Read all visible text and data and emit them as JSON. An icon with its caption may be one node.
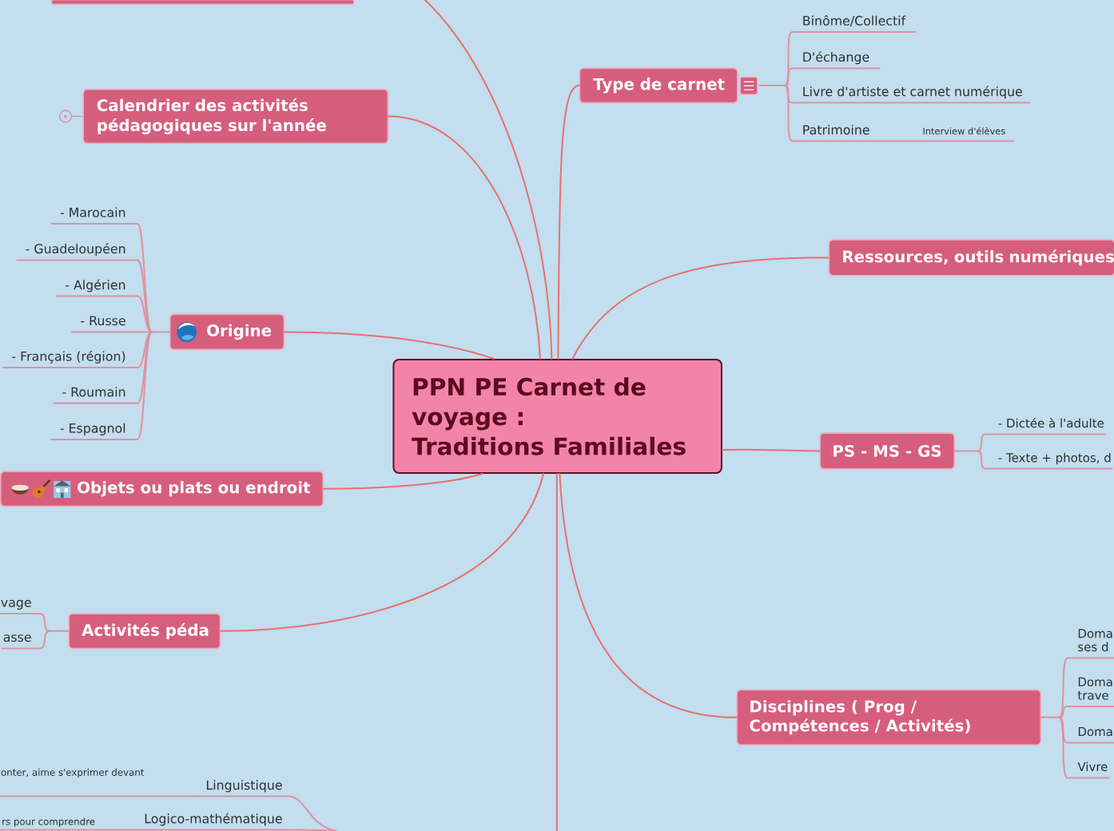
{
  "diagram": {
    "nodes": [
      {
        "text": [
          "PPN PE Carnet de voyage :",
          "Traditions Familiales"
        ]
      },
      {
        "text": [],
        "shape": "box"
      },
      {
        "text": [
          "Calendrier des activités pédagogiques sur l'année"
        ]
      },
      {
        "text": [
          "Type de carnet"
        ]
      },
      {
        "text": [
          "Binôme/Collectif"
        ]
      },
      {
        "text": [
          "D'échange"
        ]
      },
      {
        "text": [
          "Livre d'artiste et carnet numérique"
        ]
      },
      {
        "text": [
          "Patrimoine"
        ]
      },
      {
        "text": [
          "Ressources, outils numériques"
        ]
      },
      {
        "text": [
          "Origine"
        ]
      },
      {
        "text": [
          "- Marocain"
        ]
      },
      {
        "text": [
          "- Guadeloupéen"
        ]
      },
      {
        "text": [
          "- Algérien"
        ]
      },
      {
        "text": [
          "- Russe"
        ]
      },
      {
        "text": [
          "- Français (région)"
        ]
      },
      {
        "text": [
          "- Roumain"
        ]
      },
      {
        "text": [
          "- Espagnol"
        ]
      },
      {
        "text": [
          "PS - MS - GS"
        ]
      },
      {
        "text": [
          "- Dictée à l'adulte"
        ]
      },
      {
        "text": [
          "- Texte + photos, d"
        ]
      },
      {
        "text": [
          "Objets ou plats ou endroit"
        ]
      },
      {
        "text": [
          "Activités péda"
        ]
      },
      {
        "text": [
          "vage"
        ]
      },
      {
        "text": [
          "asse"
        ]
      },
      {
        "text": [
          "Disciplines ( Prog / Compétences / Activités)"
        ]
      },
      {
        "text": [
          "Doma ses d"
        ]
      },
      {
        "text": [
          "Doma trave"
        ]
      },
      {
        "text": [
          "Doma"
        ]
      },
      {
        "text": [
          "Vivre"
        ]
      },
      {
        "text": [
          "Linguistique"
        ]
      },
      {
        "text": [
          "Logico-mathématique"
        ]
      },
      {
        "text": [
          "Interview d'élèves"
        ]
      },
      {
        "text": [
          "onter, aime s'exprimer devant"
        ]
      },
      {
        "text": [
          "rs pour comprendre"
        ]
      }
    ],
    "edges": [
      {
        "from": 0,
        "to": null,
        "arrow": "none",
        "color": "#e9706d"
      },
      {
        "from": 0,
        "to": 2,
        "arrow": "none",
        "color": "#e9706d"
      },
      {
        "from": 0,
        "to": 3,
        "arrow": "none",
        "color": "#e9706d"
      },
      {
        "from": 3,
        "to": 4,
        "arrow": "none"
      },
      {
        "from": 3,
        "to": 5,
        "arrow": "none"
      },
      {
        "from": 3,
        "to": 6,
        "arrow": "none"
      },
      {
        "from": 3,
        "to": 7,
        "arrow": "none"
      },
      {
        "from": 0,
        "to": 8,
        "arrow": "none",
        "color": "#e9706d"
      },
      {
        "from": 0,
        "to": 9,
        "arrow": "none",
        "color": "#e9706d"
      },
      {
        "from": 9,
        "to": 10,
        "arrow": "none"
      },
      {
        "from": 9,
        "to": 11,
        "arrow": "none"
      },
      {
        "from": 9,
        "to": 12,
        "arrow": "none"
      },
      {
        "from": 9,
        "to": 13,
        "arrow": "none"
      },
      {
        "from": 9,
        "to": 14,
        "arrow": "none"
      },
      {
        "from": 9,
        "to": 15,
        "arrow": "none"
      },
      {
        "from": 9,
        "to": 16,
        "arrow": "none"
      },
      {
        "from": 0,
        "to": 17,
        "arrow": "none",
        "color": "#e9706d"
      },
      {
        "from": 17,
        "to": 18,
        "arrow": "none"
      },
      {
        "from": 17,
        "to": 19,
        "arrow": "none"
      },
      {
        "from": 0,
        "to": 20,
        "arrow": "none",
        "color": "#e9706d"
      },
      {
        "from": 0,
        "to": 21,
        "arrow": "none",
        "color": "#e9706d"
      },
      {
        "from": 21,
        "to": 22,
        "arrow": "none"
      },
      {
        "from": 21,
        "to": 23,
        "arrow": "none"
      },
      {
        "from": 0,
        "to": 24,
        "arrow": "none",
        "color": "#e9706d"
      },
      {
        "from": 24,
        "to": 25,
        "arrow": "none"
      },
      {
        "from": 24,
        "to": 26,
        "arrow": "none"
      },
      {
        "from": 24,
        "to": 27,
        "arrow": "none"
      },
      {
        "from": 24,
        "to": 28,
        "arrow": "none"
      },
      {
        "from": 0,
        "to": null,
        "arrow": "none",
        "color": "#e9706d"
      },
      {
        "from": null,
        "to": 29,
        "arrow": "none"
      },
      {
        "from": null,
        "to": 30,
        "arrow": "none"
      },
      {
        "from": 7,
        "to": 31,
        "arrow": "none"
      },
      {
        "from": 29,
        "to": 32,
        "arrow": "none"
      },
      {
        "from": 30,
        "to": 33,
        "arrow": "none"
      }
    ]
  }
}
